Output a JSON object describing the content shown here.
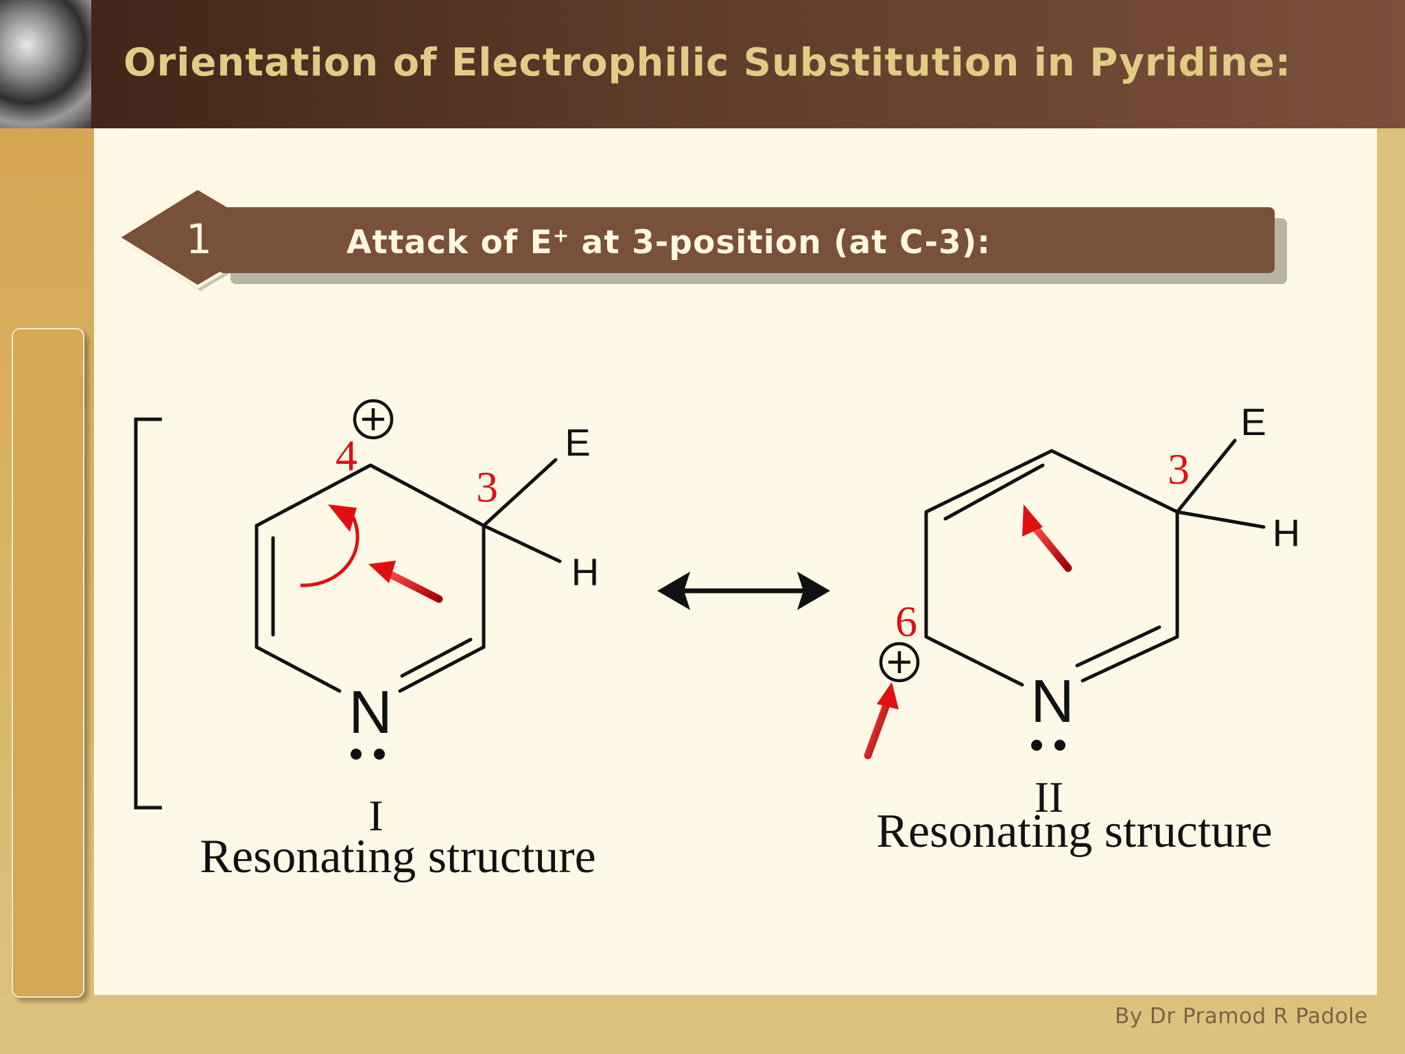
{
  "slide": {
    "title": "Orientation of Electrophilic Substitution in Pyridine:",
    "footer": "By Dr Pramod R Padole"
  },
  "section": {
    "number": "1",
    "heading_prefix": "Attack of E",
    "heading_superscript": "+",
    "heading_suffix": " at 3-position (at C-3):"
  },
  "structures": [
    {
      "numeral": "I",
      "caption": "Resonating structure",
      "nitrogen": "N",
      "substituent_e": "E",
      "substituent_h": "H",
      "position_labels": [
        "4",
        "3"
      ],
      "charge": "+"
    },
    {
      "numeral": "II",
      "caption": "Resonating structure",
      "nitrogen": "N",
      "substituent_e": "E",
      "substituent_h": "H",
      "position_labels": [
        "3",
        "6"
      ],
      "charge": "+"
    }
  ],
  "colors": {
    "header_brown": "#5e3a29",
    "title_gold": "#e2cb84",
    "section_bar": "#79503a",
    "content_background": "#fdf9e6",
    "highlight_red": "#e01010"
  }
}
